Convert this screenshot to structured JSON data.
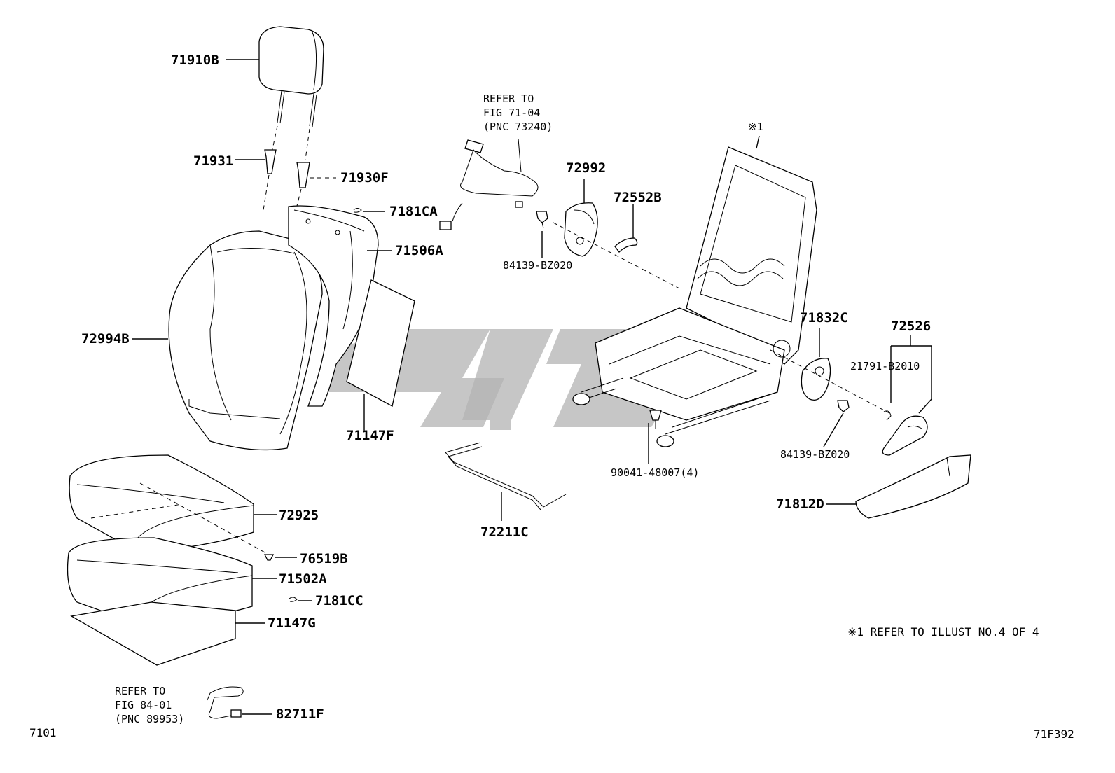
{
  "labels": {
    "p71910B": "71910B",
    "p71931": "71931",
    "p71930F": "71930F",
    "p7181CA": "7181CA",
    "p71506A": "71506A",
    "p72994B": "72994B",
    "p71147F": "71147F",
    "p72992": "72992",
    "p72552B": "72552B",
    "p84139_top": "84139-BZ020",
    "p71832C": "71832C",
    "p72526": "72526",
    "p21791": "21791-B2010",
    "p84139_bottom": "84139-BZ020",
    "p90041": "90041-48007(4)",
    "p72211C": "72211C",
    "p71812D": "71812D",
    "p72925": "72925",
    "p76519B": "76519B",
    "p71502A": "71502A",
    "p7181CC": "7181CC",
    "p71147G": "71147G",
    "p82711F": "82711F",
    "star1": "※1"
  },
  "refer_top": [
    "REFER TO",
    "FIG 71-04",
    "(PNC 73240)"
  ],
  "refer_bottom": [
    "REFER TO",
    "FIG 84-01",
    "(PNC 89953)"
  ],
  "footnote": "※1 REFER TO ILLUST NO.4 OF 4",
  "corner_left": "7101",
  "corner_right": "71F392"
}
